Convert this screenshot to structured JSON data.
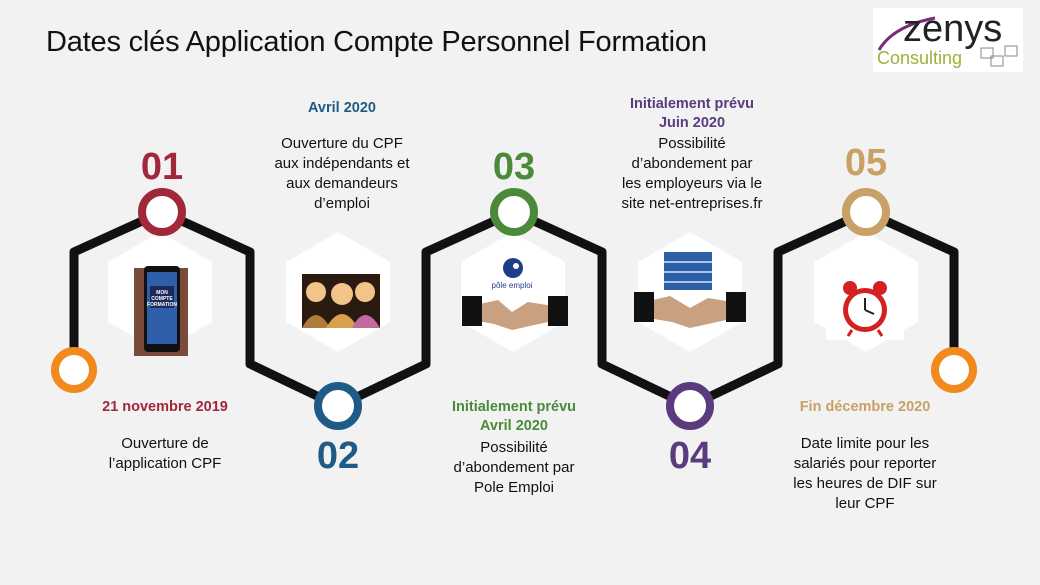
{
  "title": "Dates clés Application Compte Personnel Formation",
  "logo": {
    "name": "zenys",
    "sub": "Consulting"
  },
  "colors": {
    "step1": "#a0283a",
    "step2": "#1f5b86",
    "step3": "#4a8a3a",
    "step4": "#5a3b7e",
    "step5": "#c9a066",
    "endpoint": "#f08a1c"
  },
  "steps": [
    {
      "number": "01",
      "date": "21 novembre 2019",
      "description": [
        "Ouverture de",
        "l’application CPF"
      ],
      "icon": "phone-cpf-icon",
      "icon_text": [
        "MON",
        "COMPTE",
        "FORMATION"
      ]
    },
    {
      "number": "02",
      "date": "Avril 2020",
      "description": [
        "Ouverture du CPF",
        "aux indépendants et",
        "aux demandeurs",
        "d’emploi"
      ],
      "icon": "people-icon"
    },
    {
      "number": "03",
      "date": [
        "Initialement prévu",
        "Avril 2020"
      ],
      "description": [
        "Possibilité",
        "d’abondement par",
        "Pole Emploi"
      ],
      "icon": "pole-emploi-handshake-icon",
      "icon_text": "pôle emploi"
    },
    {
      "number": "04",
      "date": [
        "Initialement prévu",
        "Juin 2020"
      ],
      "description": [
        "Possibilité",
        "d’abondement par",
        "les employeurs via le",
        "site net-entreprises.fr"
      ],
      "icon": "building-handshake-icon"
    },
    {
      "number": "05",
      "date": "Fin décembre 2020",
      "description": [
        "Date limite pour les",
        "salariés pour reporter",
        "les heures de DIF sur",
        "leur CPF"
      ],
      "icon": "alarm-clock-icon"
    }
  ]
}
